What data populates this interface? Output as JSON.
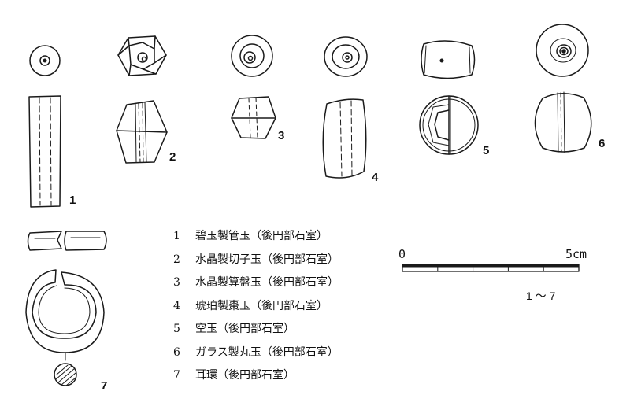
{
  "figure_numbers": [
    "1",
    "2",
    "3",
    "4",
    "5",
    "6",
    "7"
  ],
  "legend": [
    {
      "num": "1",
      "text": "碧玉製管玉（後円部石室）"
    },
    {
      "num": "2",
      "text": "水晶製切子玉（後円部石室）"
    },
    {
      "num": "3",
      "text": "水晶製算盤玉（後円部石室）"
    },
    {
      "num": "4",
      "text": "琥珀製棗玉（後円部石室）"
    },
    {
      "num": "5",
      "text": "空玉（後円部石室）"
    },
    {
      "num": "6",
      "text": "ガラス製丸玉（後円部石室）"
    },
    {
      "num": "7",
      "text": "耳環（後円部石室）"
    }
  ],
  "scale": {
    "start_label": "0",
    "end_label": "5cm",
    "range_label": "1 〜 7"
  },
  "colors": {
    "line": "#1a1a1a",
    "background": "#ffffff"
  }
}
